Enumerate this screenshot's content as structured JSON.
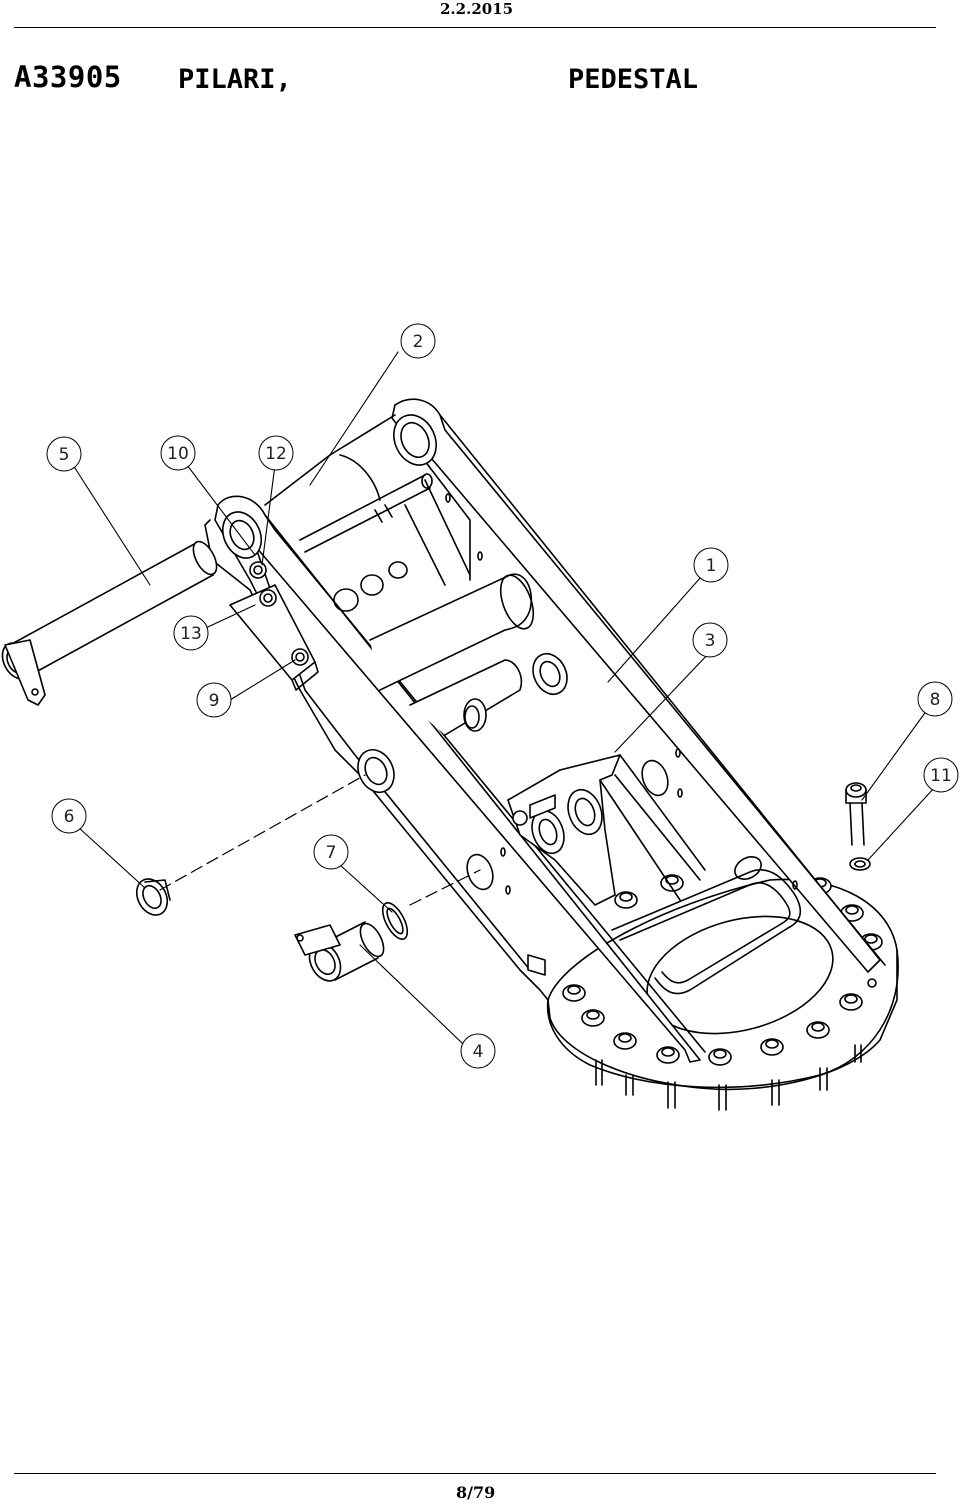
{
  "header": {
    "date": "2.2.2015"
  },
  "title": {
    "code": "A33905",
    "name_fi": "PILARI,",
    "name_en": "PEDESTAL"
  },
  "callouts": [
    "1",
    "2",
    "3",
    "4",
    "5",
    "6",
    "7",
    "8",
    "9",
    "10",
    "11",
    "12",
    "13"
  ],
  "footer": {
    "page": "8/79"
  }
}
